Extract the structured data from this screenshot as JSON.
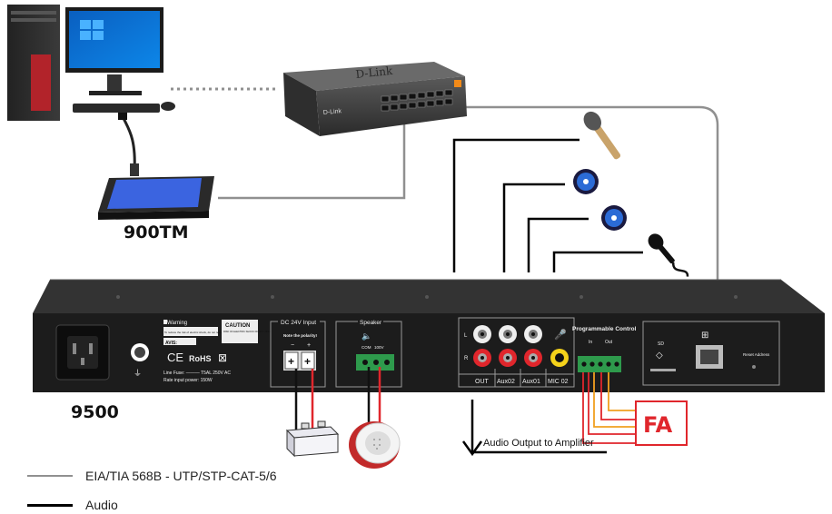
{
  "labels": {
    "console": "900TM",
    "unit": "9500",
    "switch_brand": "D-Link",
    "switch_front_brand": "D-Link"
  },
  "panel": {
    "warning_title": "Warning",
    "warning_text": "To reduce the risk of electric shock, do not remove cover",
    "caution_title": "CAUTION",
    "caution_sub": "RISK OF ELECTRIC SHOCK DO NOT OPEN",
    "avis": "AVIS:",
    "ce": "CE",
    "rohs": "RoHS",
    "fuse": "Line Fuse: ——— T5AL 250V AC",
    "power": "Rate input power:   150W",
    "dc_title": "DC 24V Input",
    "dc_polarity": "Note the polarity!",
    "dc_minus": "−",
    "dc_plus": "+",
    "speaker_title": "Speaker",
    "speaker_com": "COM",
    "speaker_100v": "100V",
    "audio_L": "L",
    "audio_R": "R",
    "out_labels": [
      "OUT",
      "Aux02",
      "Aux01",
      "MIC 02"
    ],
    "prog_title": "Programmable Control",
    "prog_in": "In",
    "prog_out": "Out",
    "sd_label": "SD",
    "reset_label": "Reset Address"
  },
  "annotations": {
    "fa": "FA",
    "audio_output": "Audio Output to Amplifier"
  },
  "legend": [
    {
      "label": "EIA/TIA 568B - UTP/STP-CAT-5/6",
      "color": "#909090"
    },
    {
      "label": "Audio",
      "color": "#000000"
    }
  ],
  "colors": {
    "network_cable": "#909090",
    "audio_cable": "#000000",
    "fa_red": "#e0262c",
    "panel_body": "#1c1c1c",
    "connector_green": "#2e9a4c"
  }
}
